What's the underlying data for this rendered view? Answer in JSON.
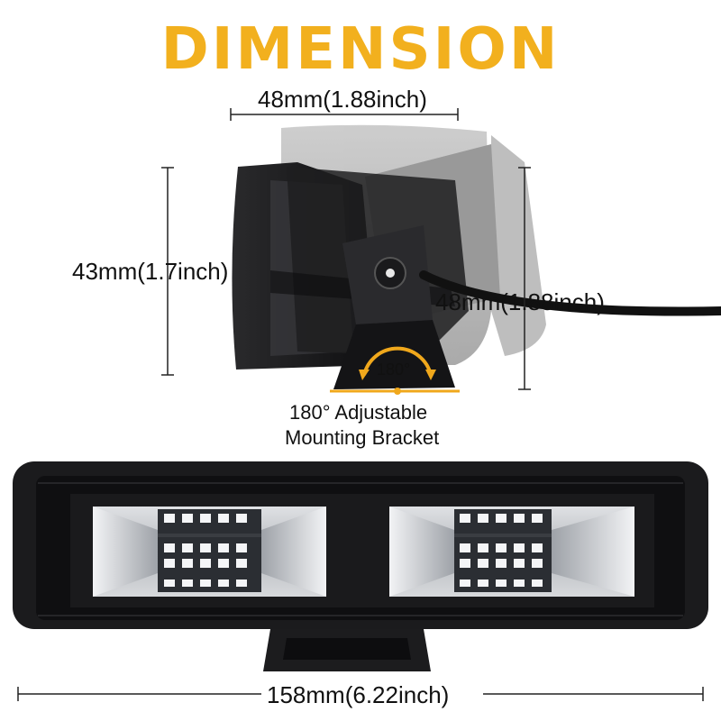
{
  "title": "DIMENSION",
  "dimensions": {
    "width_top": "48mm(1.88inch)",
    "height_left": "43mm(1.7inch)",
    "height_right": "48mm(1.88inch)",
    "angle": "180°",
    "bracket_line1": "180° Adjustable",
    "bracket_line2": "Mounting Bracket",
    "length_bottom": "158mm(6.22inch)"
  },
  "colors": {
    "title": "#f2b01e",
    "housing": "#1c1c1e",
    "lens": "#c9ccd1",
    "arrow": "#f0a81c"
  }
}
